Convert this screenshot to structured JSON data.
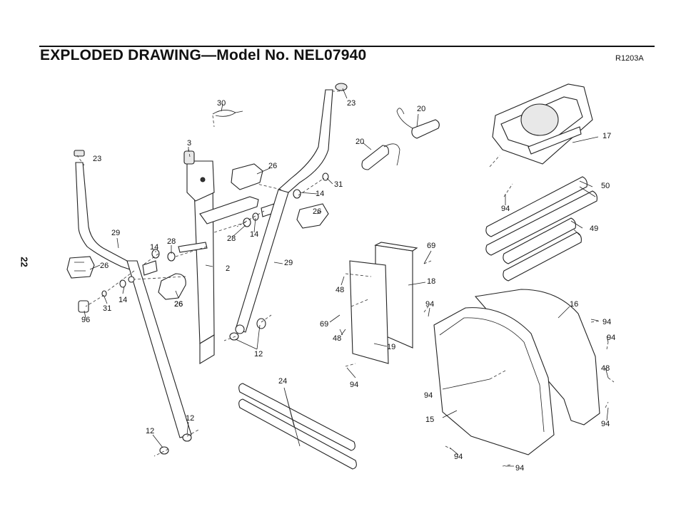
{
  "header": {
    "title": "EXPLODED DRAWING—Model No. NEL07940",
    "drawing_code": "R1203A",
    "page_number": "22"
  },
  "callouts": [
    "30",
    "23",
    "20",
    "3",
    "26",
    "23",
    "20",
    "17",
    "26",
    "31",
    "14",
    "50",
    "26",
    "29",
    "28",
    "14",
    "28",
    "14",
    "49",
    "26",
    "2",
    "29",
    "69",
    "18",
    "48",
    "14",
    "31",
    "26",
    "94",
    "16",
    "96",
    "69",
    "94",
    "48",
    "94",
    "19",
    "48",
    "12",
    "94",
    "24",
    "94",
    "12",
    "12",
    "15",
    "94",
    "94",
    "94"
  ]
}
